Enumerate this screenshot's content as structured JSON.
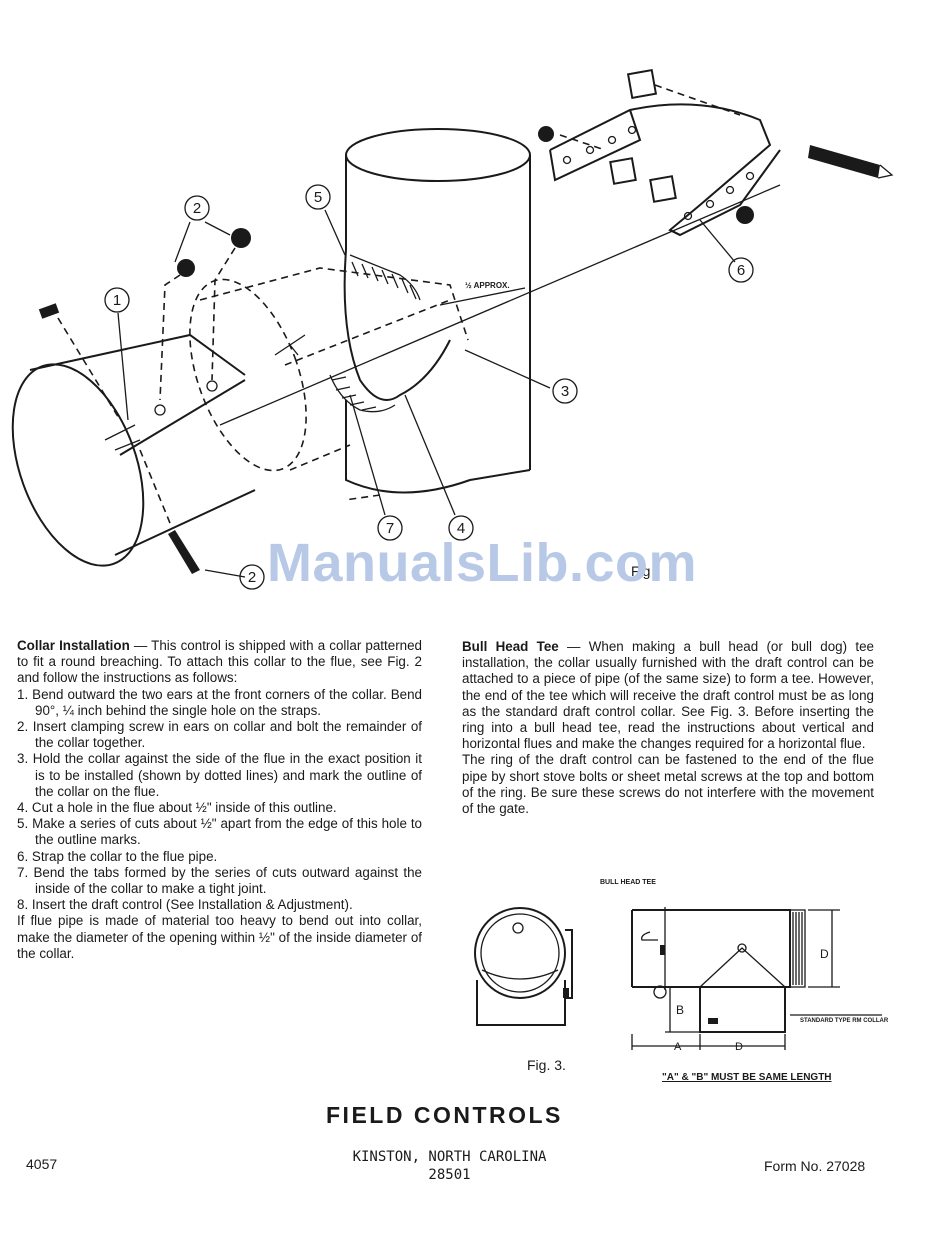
{
  "figure2": {
    "callouts": [
      "1",
      "2",
      "2",
      "3",
      "4",
      "5",
      "6",
      "7"
    ],
    "approx_label": "½ APPROX.",
    "fig_label": "Fig"
  },
  "watermark": "ManualsLib.com",
  "collar_installation": {
    "heading": "Collar Installation",
    "intro": " — This control is shipped with a collar patterned to fit a round breaching. To attach this collar to the flue, see Fig. 2 and follow the instructions as follows:",
    "steps": [
      "1. Bend outward the two ears at the front corners of the collar. Bend 90°, ¼ inch behind the single hole on the straps.",
      "2. Insert clamping screw in ears on collar and bolt the remainder of the collar together.",
      "3. Hold the collar against the side of the flue in the exact position it is to be installed (shown by dotted lines) and mark the outline of the collar on the flue.",
      "4. Cut a hole in the flue about ½\" inside of this outline.",
      "5. Make a series of cuts about ½\" apart from the edge of this hole to the outline marks.",
      "6. Strap the collar to the flue pipe.",
      "7. Bend the tabs formed by the series of cuts outward against the inside of the collar to make a tight joint.",
      "8. Insert the draft control (See Installation & Adjustment)."
    ],
    "note": "If flue pipe is made of material too heavy to bend out into collar, make the diameter of the opening within ½\" of the inside diameter of the collar."
  },
  "bull_head_tee": {
    "heading": "Bull Head Tee",
    "para1": " — When making a bull head (or bull dog) tee installation, the collar usually furnished with the draft control can be attached to a piece of pipe (of the same size) to form a tee. However, the end of the tee which will receive the draft control must be as long as the standard draft control collar. See Fig. 3. Before inserting the ring into a bull head tee, read the instructions about vertical and horizontal flues and make the changes required for a horizontal flue.",
    "para2": "The ring of the draft control can be fastened to the end of the flue pipe by short stove bolts or sheet metal screws at the top and bottom of the ring. Be sure these screws do not interfere with the movement of the gate."
  },
  "figure3": {
    "title": "BULL HEAD TEE",
    "label_d": "D",
    "label_b": "B",
    "label_a": "A",
    "label_d_bottom": "D",
    "collar_label": "STANDARD TYPE RM COLLAR",
    "caption": "Fig. 3.",
    "note": "\"A\" & \"B\" MUST BE SAME LENGTH"
  },
  "footer": {
    "company": "FIELD CONTROLS",
    "address_line1": "KINSTON, NORTH CAROLINA",
    "address_line2": "28501",
    "doc_number": "4057",
    "form_number": "Form No. 27028"
  }
}
